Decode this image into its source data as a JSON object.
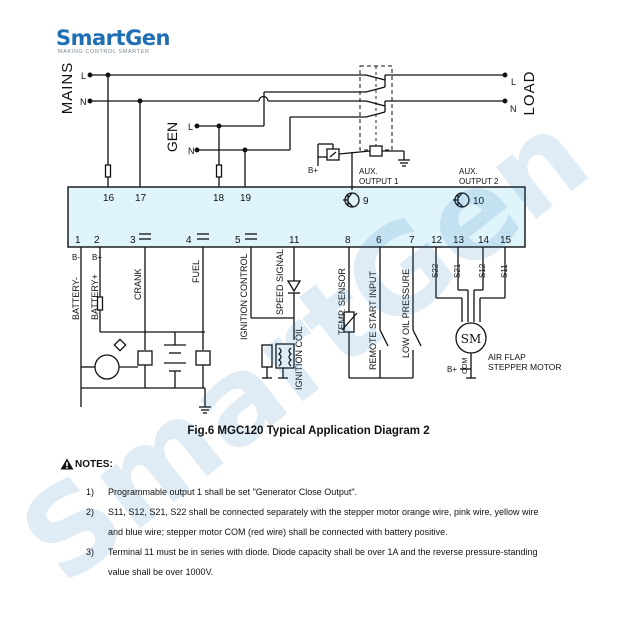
{
  "logo": {
    "brand": "SmartGen",
    "tagline": "MAKING CONTROL SMARTER",
    "color": "#1f6fb5"
  },
  "watermark": {
    "text": "SmartGen",
    "color": "#1f6fb5"
  },
  "diagram": {
    "mains_label": "MAINS",
    "gen_label": "GEN",
    "load_label": "LOAD",
    "line_labels": {
      "mains_l": "L",
      "mains_n": "N",
      "gen_l": "L",
      "gen_n": "N",
      "load_l": "L",
      "load_n": "N"
    },
    "bplus": "B+",
    "bplus_2": "B+",
    "aux1": [
      "AUX.",
      "OUTPUT 1"
    ],
    "aux2": [
      "AUX.",
      "OUTPUT 2"
    ],
    "transistor_labels": [
      "9",
      "10"
    ],
    "top_terminals": [
      "16",
      "17",
      "18",
      "19"
    ],
    "bottom_terminals": [
      "1",
      "2",
      "3",
      "4",
      "5",
      "11",
      "8",
      "6",
      "7",
      "12",
      "13",
      "14",
      "15"
    ],
    "pin_labels": [
      "B-",
      "B+",
      "S22",
      "S21",
      "S12",
      "S11"
    ],
    "vertical_labels": [
      "BATTERY-",
      "BATTERY+",
      "CRANK",
      "FUEL",
      "IGNITION CONTROL",
      "SPEED SIGNAL",
      "IGNITION COIL",
      "TEMP. SENSOR",
      "REMOTE START INPUT",
      "LOW OIL PRESSURE"
    ],
    "motor_symbol": "SM",
    "motor_label": [
      "AIR FLAP",
      "STEPPER MOTOR"
    ],
    "com_label": "COM",
    "panel_color": "#dff4fb"
  },
  "caption": "Fig.6 MGC120 Typical Application Diagram 2",
  "notes_title": "NOTES:",
  "notes": [
    {
      "num": "1)",
      "lines": [
        "Programmable output 1 shall be set \"Generator Close Output\"."
      ]
    },
    {
      "num": "2)",
      "lines": [
        "S11, S12, S21, S22 shall be connected separately with the stepper motor orange wire, pink wire, yellow wire",
        "and blue wire; stepper motor COM (red wire) shall be connected with battery positive."
      ]
    },
    {
      "num": "3)",
      "lines": [
        "Terminal 11 must be in series with diode. Diode capacity shall be over 1A and the reverse pressure-standing",
        "value shall be over 1000V."
      ]
    }
  ]
}
